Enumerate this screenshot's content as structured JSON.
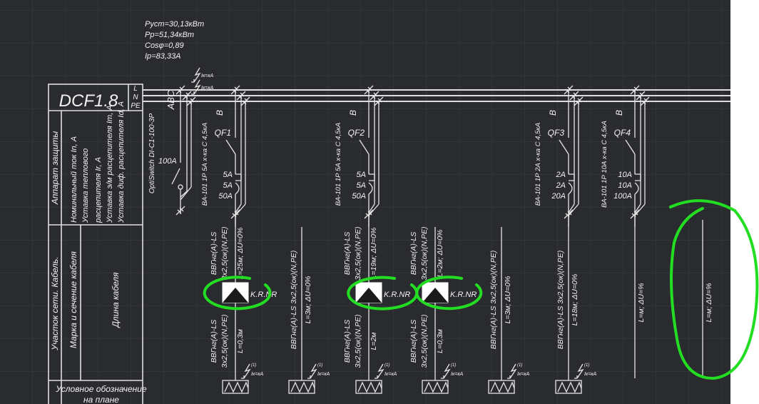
{
  "panel": {
    "name": "DCF1.8",
    "phases": [
      "L",
      "N",
      "PE"
    ]
  },
  "summary": [
    "Руст=30,13кВт",
    "Рр=51,34кВт",
    "Cosφ=0,89",
    "Iр=83,33А"
  ],
  "table": {
    "protection_title": "Аппарат защиты",
    "protection_rows": [
      "Номинальный ток In, А",
      "Уставка теплового",
      "расцепителя Ir, А",
      "Уставка э/м расцепителя Im, А",
      "Уставка диф. расцепителя Id, А"
    ],
    "cable_title": "Участок сети. Кабель.",
    "cable_mark": "Марка и сечение кабеля",
    "cable_length": "Длина кабеля",
    "plan_symbol": [
      "Условное обозначение",
      "на плане"
    ]
  },
  "input": {
    "phases": "ABC",
    "device": "OptiSwitch DI-C1-100-3P",
    "rating": "100А",
    "sc_labels": [
      "Iк=кА",
      "Iк=кА"
    ]
  },
  "breakers": [
    {
      "id": "QF1",
      "curve": "B",
      "model": "ВА-101 1Р 5А х-ка С 4,5кА",
      "settings": [
        "5А",
        "5А",
        "50А"
      ]
    },
    {
      "id": "QF2",
      "curve": "B",
      "model": "ВА-101 1Р 5А х-ка С 4,5кА",
      "settings": [
        "5А",
        "5А",
        "50А"
      ]
    },
    {
      "id": "QF3",
      "curve": "B",
      "model": "ВА-101 1Р 2А х-ка С 4,5кА",
      "settings": [
        "2А",
        "2А",
        "20А"
      ]
    },
    {
      "id": "QF4",
      "curve": "B",
      "model": "ВА-101 1Р 10А х-ка С 4,5кА",
      "settings": [
        "10А",
        "10А",
        "100А"
      ]
    }
  ],
  "feeders": [
    {
      "upper": [
        "ВВГнг(А)-LS",
        "3х2,5(ок)(N,PE)",
        "L=25м; ΔU=0%"
      ],
      "device": "K.R.NR",
      "lower": [
        "ВВГнг(А)-LS",
        "3х2,5(ок)(N,PE)",
        "L=0,3м"
      ],
      "sc_index": "(1)",
      "sc": "Iк=кА"
    },
    {
      "cable": "ВВГнг(А)-LS 3х2,5(ок)(N,PE)",
      "length": "L=3м; ΔU=0%",
      "sc_index": "(1)",
      "sc": "Iк=кА"
    },
    {
      "upper": [
        "ВВГнг(А)-LS",
        "3х2,5(ок)(N,PE)",
        "L=19м; ΔU=0%"
      ],
      "device": "K.R.NR",
      "lower": [
        "ВВГнг(А)-LS",
        "3х2,5(ок)(N,PE)",
        "L=2м"
      ],
      "sc_index": "(1)",
      "sc": "Iк=кА"
    },
    {
      "upper": [
        "ВВГнг(А)-LS",
        "3х2,5(ок)(N,PE)",
        "L=2м; ΔU=0%"
      ],
      "device": "K.R.NR",
      "lower": [
        "ВВГнг(А)-LS",
        "3х2,5(ок)(N,PE)",
        "L=0,3м"
      ],
      "sc_index": "(1)",
      "sc": "Iк=кА"
    },
    {
      "cable": "ВВГнг(А)-LS 3х2,5(ок)(N,PE)",
      "length": "L=3м; ΔU=0%",
      "sc_index": "(1)",
      "sc": "Iк=кА"
    },
    {
      "cable": "ВВГнг(А)-LS 3х2,5(ок)(N,PE)",
      "length": "L=18м; ΔU=0%",
      "sc_index": "(1)",
      "sc": "Iк=кА"
    },
    {
      "length": "L=м; ΔU=%"
    },
    {
      "length": "L=м; ΔU=%"
    }
  ],
  "colors": {
    "background": "#2a2b2f",
    "lines": "#e6e6e6",
    "annotation": "#22dd22"
  }
}
